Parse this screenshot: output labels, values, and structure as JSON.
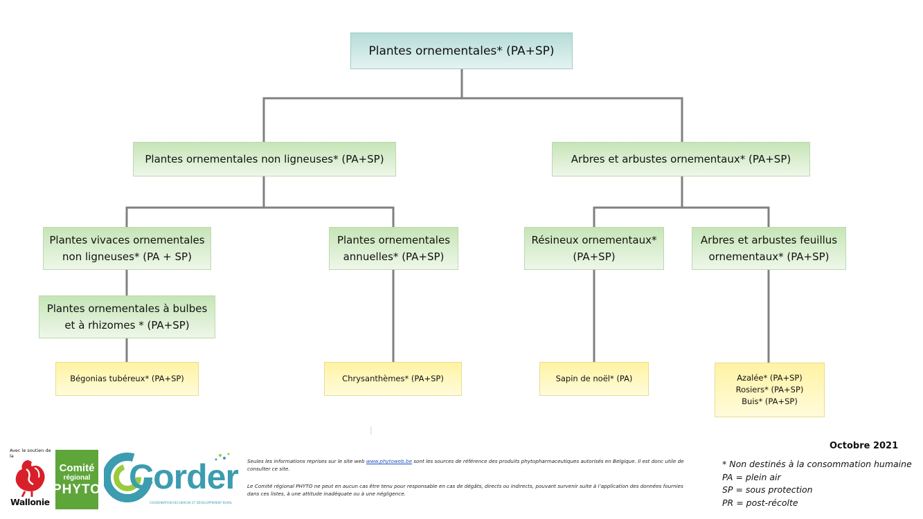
{
  "nodes": {
    "root": "Plantes ornementales* (PA+SP)",
    "non_ligneuses": "Plantes ornementales non ligneuses* (PA+SP)",
    "arbres": "Arbres et arbustes ornementaux* (PA+SP)",
    "vivaces": "Plantes vivaces ornementales\nnon ligneuses* (PA + SP)",
    "annuelles": "Plantes ornementales\nannuelles* (PA+SP)",
    "resineux": "Résineux ornementaux*\n(PA+SP)",
    "feuillus": "Arbres et arbustes feuillus\nornementaux* (PA+SP)",
    "bulbes": "Plantes ornementales à bulbes\net à rhizomes * (PA+SP)",
    "begonias": "Bégonias tubéreux* (PA+SP)",
    "chrysanthemes": "Chrysanthèmes* (PA+SP)",
    "sapin": "Sapin de noël* (PA)",
    "azalee": "Azalée* (PA+SP)\nRosiers* (PA+SP)\nBuis* (PA+SP)"
  },
  "footer": {
    "date": "Octobre 2021",
    "logo_support": "Avec le soutien de la",
    "logo_wallonie": "Wallonie",
    "logo_comite": [
      "Comité",
      "régional",
      "PHYTO"
    ],
    "logo_corder": "Corder",
    "logo_corder_sub": "COORDINATION RECHERCHE ET DÉVELOPPEMENT RURAL",
    "disclaimer1_pre": "Seules les informations reprises sur le site web ",
    "disclaimer1_link": "www.phytoweb.be",
    "disclaimer1_post": " sont les sources de référence des produits phytopharmaceutiques autorisés en Belgique. Il est donc utile de consulter ce site.",
    "disclaimer2": "Le Comité régional PHYTO ne peut en aucun cas être tenu pour responsable en cas de dégâts, directs ou indirects, pouvant survenir suite à l’application des données fournies dans ces listes, à une attitude inadéquate ou à une négligence.",
    "legend": [
      "* Non destinés à la consommation humaine",
      "PA = plein air",
      "SP = sous protection",
      "PR = post-récolte"
    ]
  }
}
